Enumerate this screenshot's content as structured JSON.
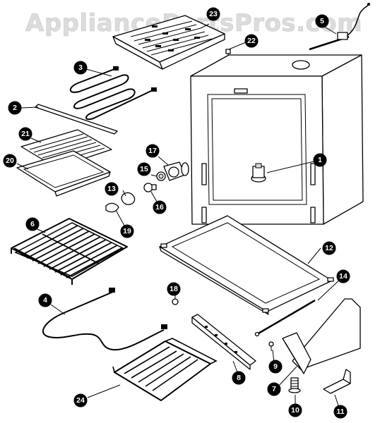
{
  "watermark": "AppliancePartsPros.com",
  "callouts": [
    {
      "id": "c1",
      "label": "1"
    },
    {
      "id": "c2",
      "label": "2"
    },
    {
      "id": "c3",
      "label": "3"
    },
    {
      "id": "c4",
      "label": "4"
    },
    {
      "id": "c5",
      "label": "5"
    },
    {
      "id": "c6",
      "label": "6"
    },
    {
      "id": "c7",
      "label": "7"
    },
    {
      "id": "c8",
      "label": "8"
    },
    {
      "id": "c9",
      "label": "9"
    },
    {
      "id": "c10",
      "label": "10"
    },
    {
      "id": "c11",
      "label": "11"
    },
    {
      "id": "c12",
      "label": "12"
    },
    {
      "id": "c13",
      "label": "13"
    },
    {
      "id": "c14",
      "label": "14"
    },
    {
      "id": "c15",
      "label": "15"
    },
    {
      "id": "c16",
      "label": "16"
    },
    {
      "id": "c17",
      "label": "17"
    },
    {
      "id": "c18",
      "label": "18"
    },
    {
      "id": "c19",
      "label": "19"
    },
    {
      "id": "c20",
      "label": "20"
    },
    {
      "id": "c21",
      "label": "21"
    },
    {
      "id": "c22",
      "label": "22"
    },
    {
      "id": "c23",
      "label": "23"
    },
    {
      "id": "c24",
      "label": "24"
    }
  ]
}
